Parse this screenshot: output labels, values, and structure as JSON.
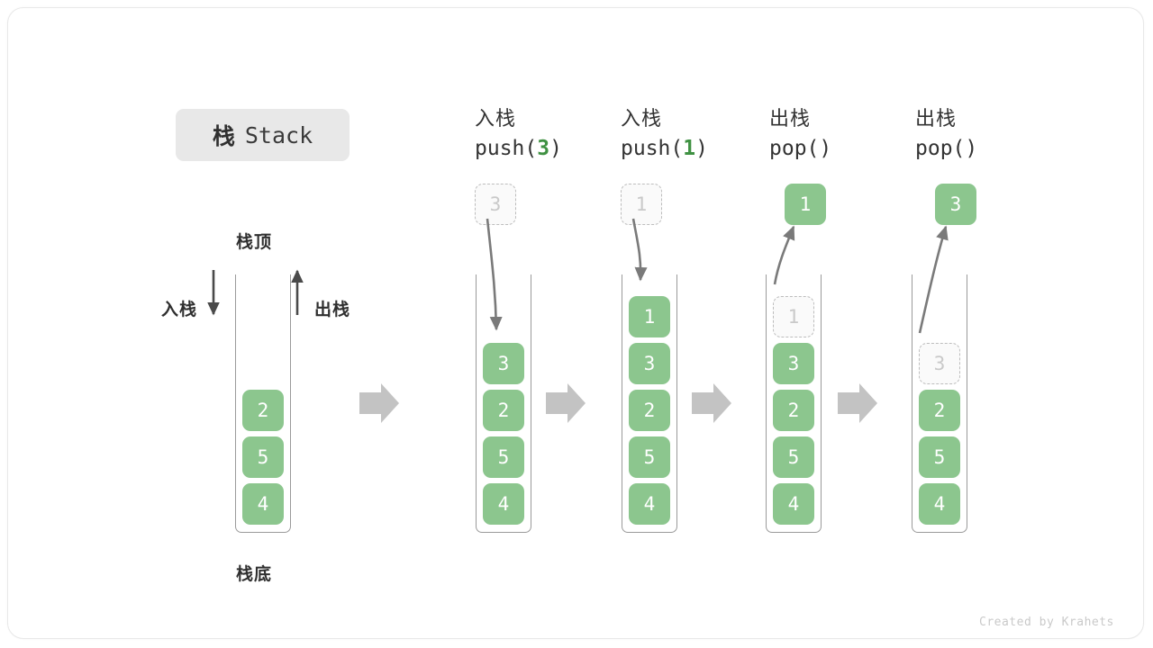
{
  "title": {
    "cn": "栈",
    "en": "Stack"
  },
  "labels": {
    "stack_top": "栈顶",
    "stack_bottom": "栈底",
    "push_side": "入栈",
    "pop_side": "出栈"
  },
  "footer": "Created by Krahets",
  "colors": {
    "element_green": "#8cc68e",
    "arg_green": "#3f9142",
    "ghost_border": "#bdbdbd",
    "ghost_text": "#c9c9c9",
    "tube_border": "#9a9a9a",
    "flow_arrow": "#c0c0c0",
    "motion_arrow": "#808080",
    "badge_bg": "#e8e8e8",
    "text_dark": "#333333"
  },
  "steps": [
    {
      "id": "initial",
      "op_cn": "",
      "op_code_prefix": "",
      "op_code_arg": "",
      "op_code_suffix": "",
      "stack": [
        "2",
        "5",
        "4"
      ],
      "ghost_top": null,
      "floating": null
    },
    {
      "id": "push-3",
      "op_cn": "入栈",
      "op_code_prefix": "push(",
      "op_code_arg": "3",
      "op_code_suffix": ")",
      "stack": [
        "3",
        "2",
        "5",
        "4"
      ],
      "ghost_top": null,
      "floating": "3"
    },
    {
      "id": "push-1",
      "op_cn": "入栈",
      "op_code_prefix": "push(",
      "op_code_arg": "1",
      "op_code_suffix": ")",
      "stack": [
        "1",
        "3",
        "2",
        "5",
        "4"
      ],
      "ghost_top": null,
      "floating": "1"
    },
    {
      "id": "pop-1",
      "op_cn": "出栈",
      "op_code_prefix": "pop(",
      "op_code_arg": "",
      "op_code_suffix": ")",
      "stack": [
        "3",
        "2",
        "5",
        "4"
      ],
      "ghost_top": "1",
      "floating": "1"
    },
    {
      "id": "pop-3",
      "op_cn": "出栈",
      "op_code_prefix": "pop(",
      "op_code_arg": "",
      "op_code_suffix": ")",
      "stack": [
        "2",
        "5",
        "4"
      ],
      "ghost_top": "3",
      "floating": "3"
    }
  ]
}
